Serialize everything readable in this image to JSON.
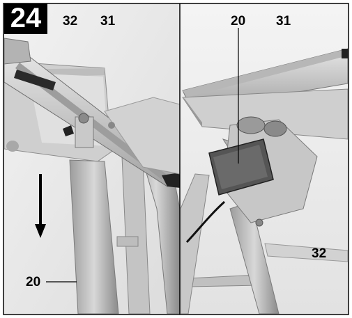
{
  "figure": {
    "number": "24"
  },
  "left_panel": {
    "callouts": [
      {
        "id": "top_a",
        "text": "32"
      },
      {
        "id": "top_b",
        "text": "31"
      },
      {
        "id": "bottom",
        "text": "20"
      }
    ]
  },
  "right_panel": {
    "callouts": [
      {
        "id": "top_a",
        "text": "20"
      },
      {
        "id": "top_b",
        "text": "31"
      },
      {
        "id": "right",
        "text": "32"
      }
    ]
  }
}
